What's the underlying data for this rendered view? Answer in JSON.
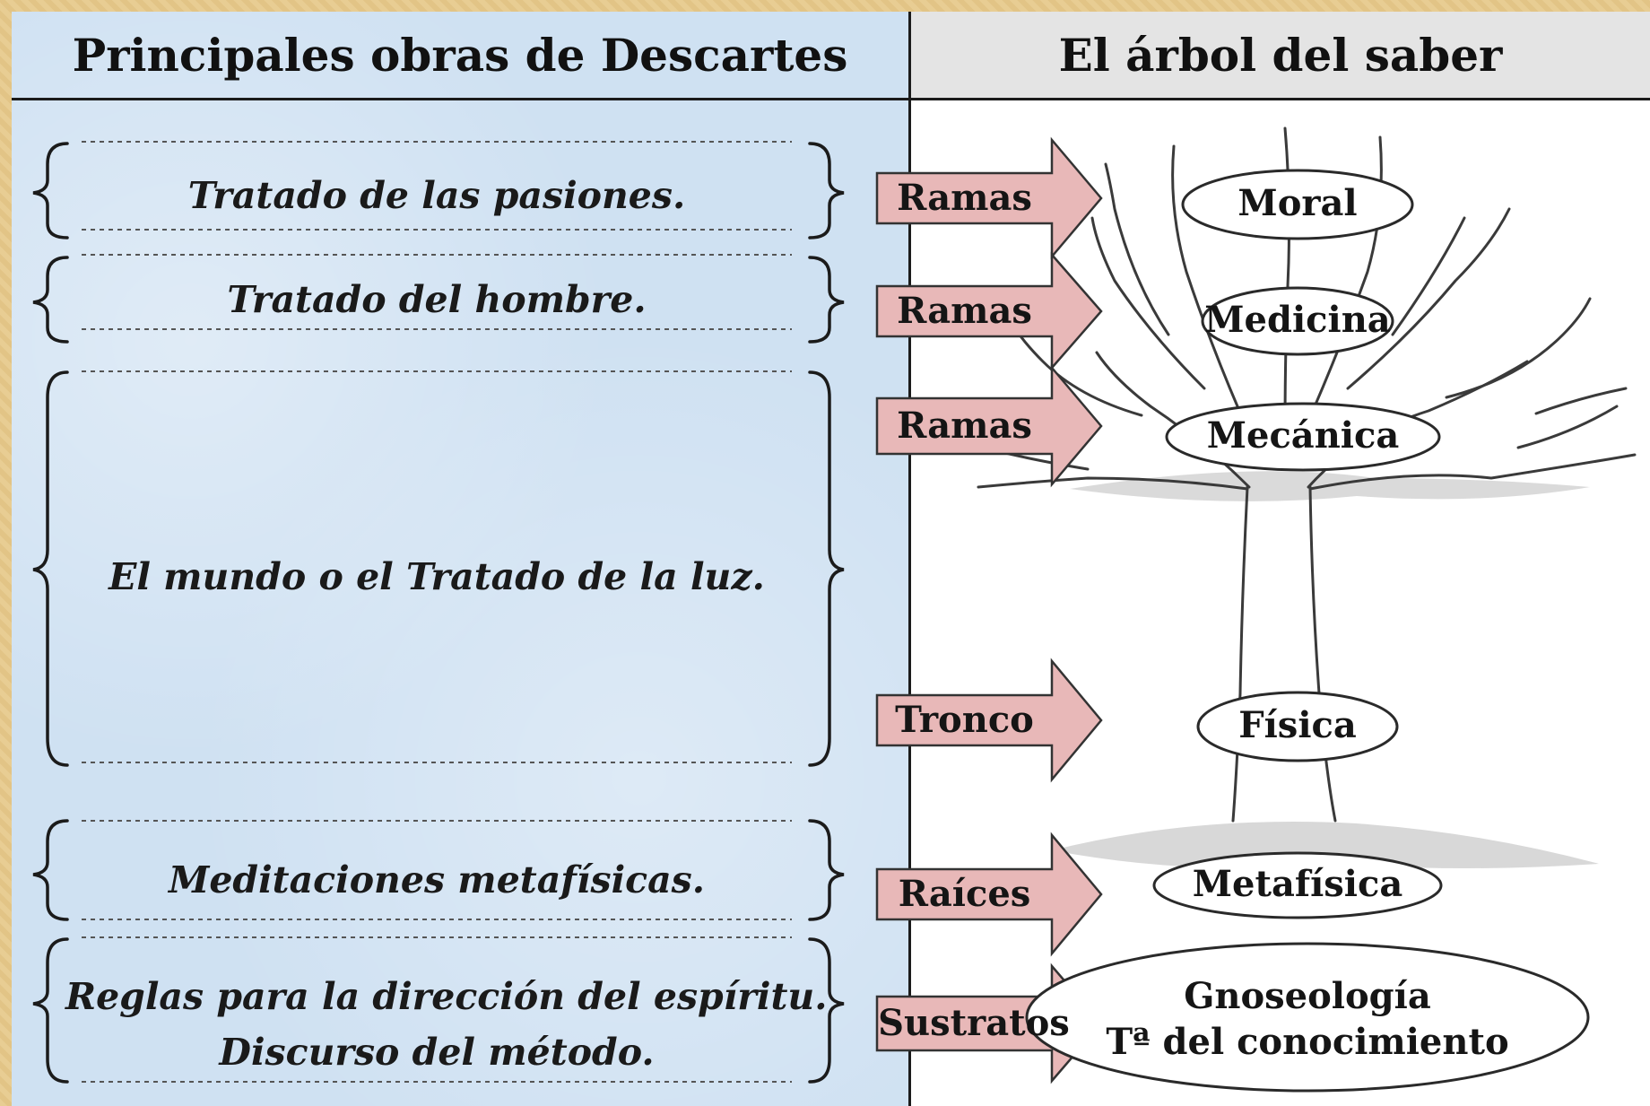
{
  "titles": {
    "left": "Principales obras de Descartes",
    "right": "El árbol del saber"
  },
  "works": [
    "Tratado de las pasiones.",
    "Tratado del hombre.",
    "El mundo o el Tratado de la luz.",
    "Meditaciones metafísicas.",
    "Reglas para la dirección del espíritu.",
    "Discurso del método."
  ],
  "tree_parts": [
    "Ramas",
    "Ramas",
    "Ramas",
    "Tronco",
    "Raíces",
    "Sustratos"
  ],
  "disciplines": [
    "Moral",
    "Medicina",
    "Mecánica",
    "Física",
    "Metafísica",
    "Gnoseología",
    "Tª del conocimiento"
  ],
  "colors": {
    "left_background": "#cfe1f2",
    "arrow_fill": "#e8b8b8",
    "frame": "#e6c98f"
  }
}
